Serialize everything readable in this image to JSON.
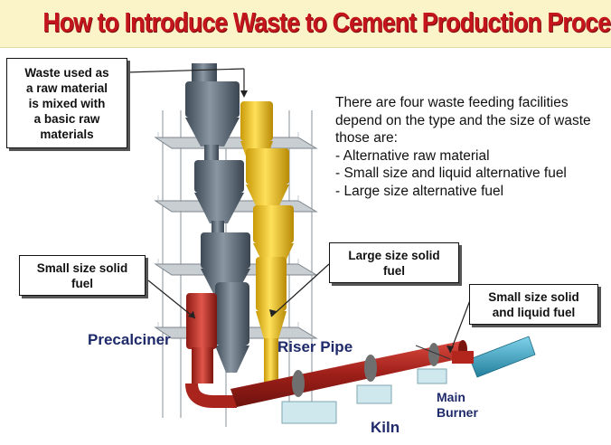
{
  "title": "How to Introduce Waste to Cement Production Process",
  "callouts": {
    "raw_material": [
      "Waste used as",
      "a raw material",
      "is mixed with",
      "a basic raw",
      "materials"
    ],
    "small_solid_left": [
      "Small size solid",
      "fuel"
    ],
    "large_solid": [
      "Large size solid",
      "fuel"
    ],
    "small_solid_liquid": [
      "Small size solid",
      "and liquid fuel"
    ]
  },
  "description": {
    "intro": "There are four waste feeding facilities depend on the type and the size of waste those are:",
    "items": [
      "- Alternative raw material",
      "- Small size and liquid alternative fuel",
      "- Large size alternative fuel"
    ]
  },
  "labels": {
    "precalciner": "Precalciner",
    "riser_pipe": "Riser Pipe",
    "kiln": "Kiln",
    "main_burner_line1": "Main",
    "main_burner_line2": "Burner"
  },
  "colors": {
    "title_red": "#c4151c",
    "label_navy": "#1f2a6b",
    "cyclone_gray": "#5d6b78",
    "cyclone_yellow": "#f2c21a",
    "kiln_red": "#b3261e",
    "cooler_cyan": "#36a9c9"
  }
}
